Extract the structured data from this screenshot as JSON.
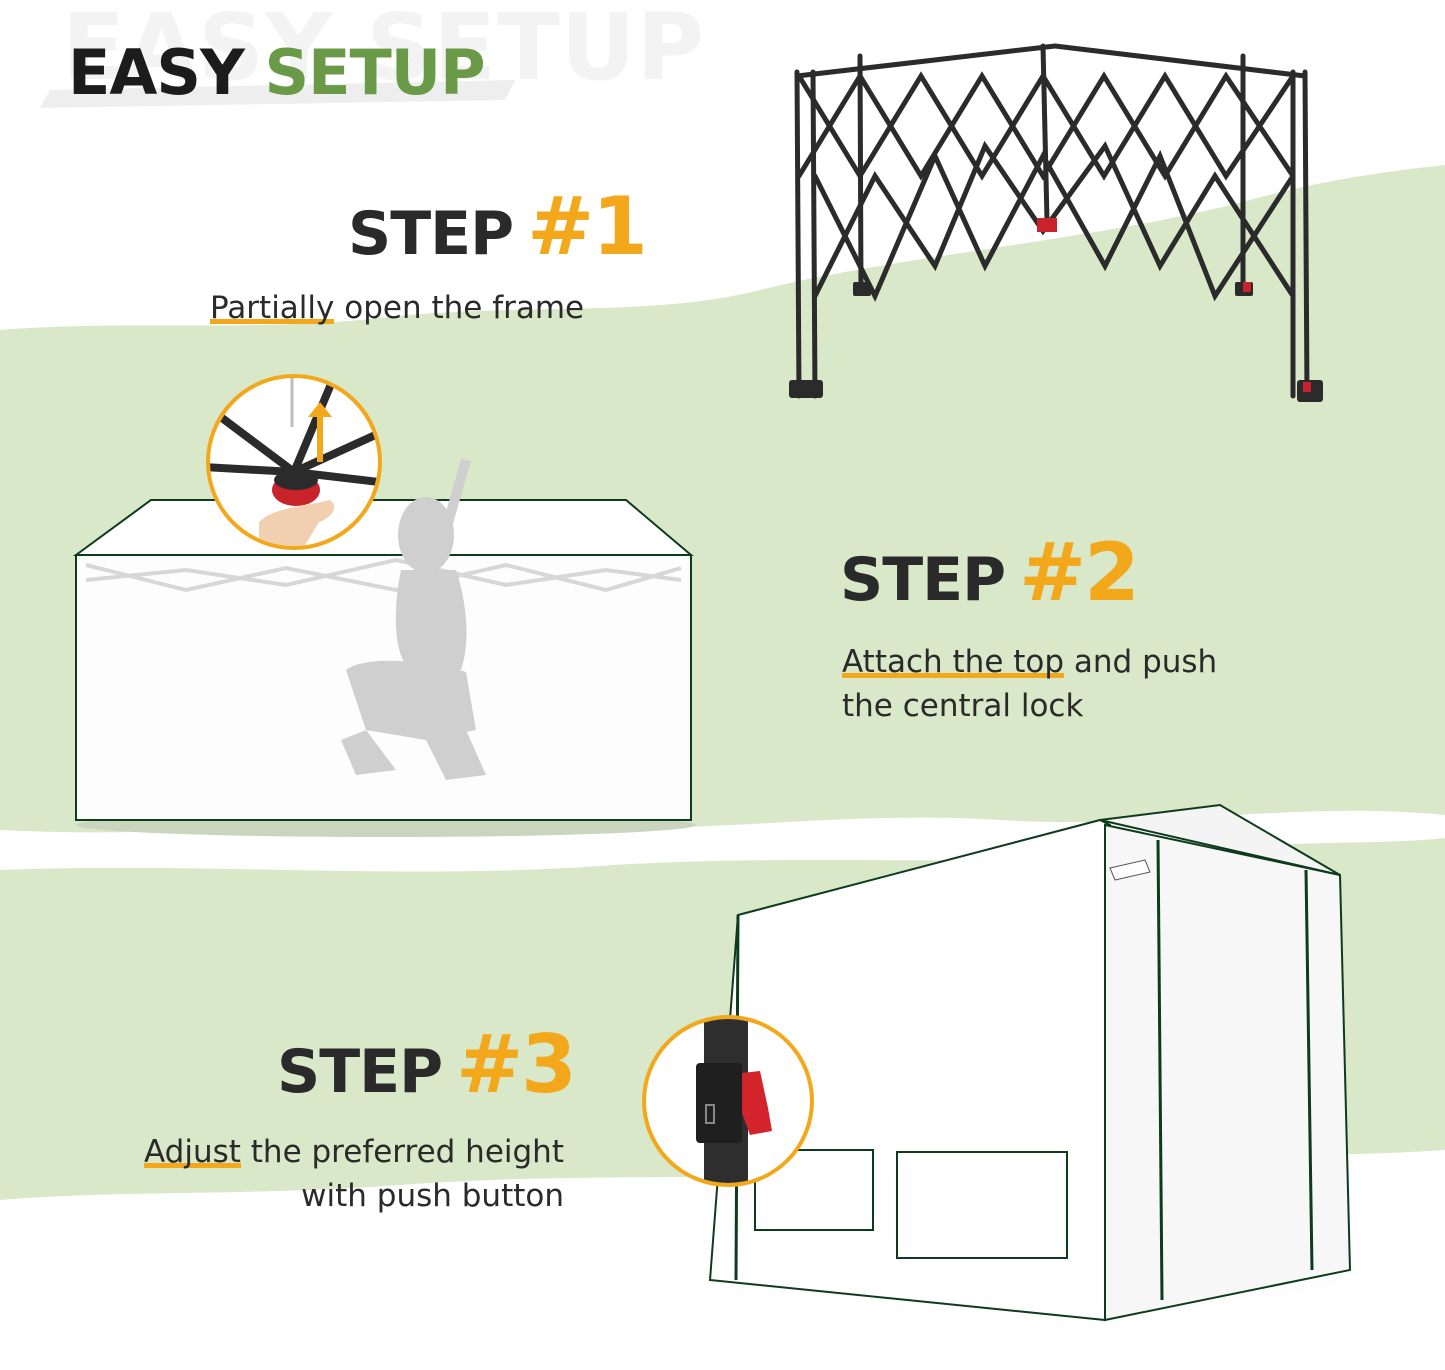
{
  "watermark": "EASY SETUP",
  "title": {
    "word1": "EASY",
    "word2": "SETUP"
  },
  "steps": [
    {
      "label": "STEP",
      "number": "#1",
      "desc_hl": "Partially",
      "desc_rest": " open the frame",
      "desc_line2": ""
    },
    {
      "label": "STEP",
      "number": "#2",
      "desc_hl": "Attach the top",
      "desc_rest": " and push",
      "desc_line2": "the central lock"
    },
    {
      "label": "STEP",
      "number": "#3",
      "desc_hl": "Adjust",
      "desc_rest": " the preferred height",
      "desc_line2": "with push button"
    }
  ],
  "colors": {
    "accent": "#f3a71b",
    "green_band": "#d8e8c8",
    "title_green": "#6a9a47",
    "frame": "#2b2b2b"
  },
  "icons": [
    "frame-icon",
    "greenhouse-icon",
    "lock-detail-icon",
    "button-detail-icon",
    "arrow-up-icon"
  ]
}
